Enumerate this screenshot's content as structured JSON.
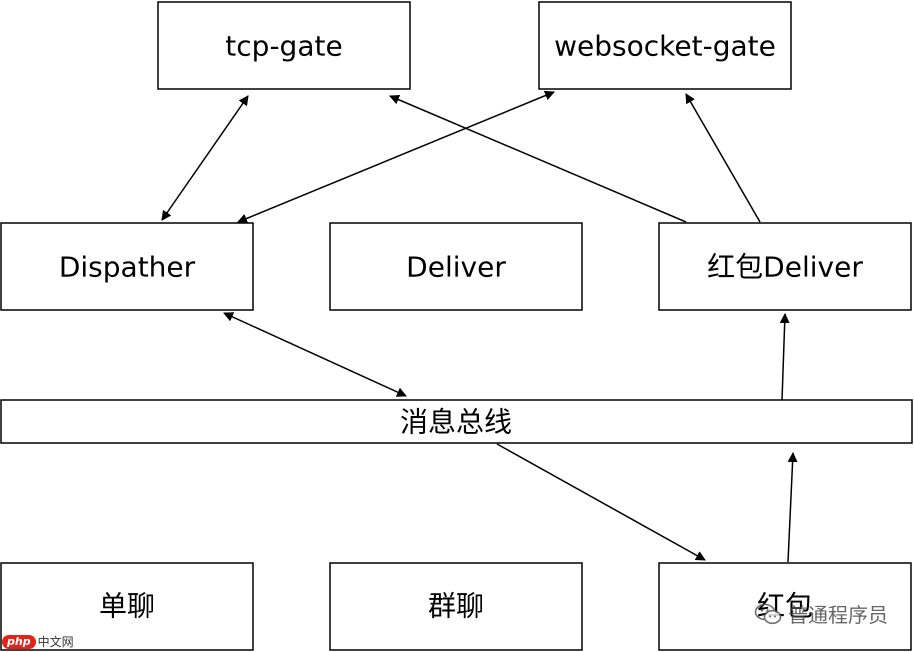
{
  "nodes": {
    "tcp_gate": "tcp-gate",
    "websocket_gate": "websocket-gate",
    "dispather": "Dispather",
    "deliver": "Deliver",
    "hongbao_deliver": "红包Deliver",
    "message_bus": "消息总线",
    "single_chat": "单聊",
    "group_chat": "群聊",
    "hongbao": "红包"
  },
  "watermark": {
    "icon": "wechat-icon",
    "text": "普通程序员"
  },
  "site_logo": {
    "badge": "php",
    "text": "中文网"
  }
}
